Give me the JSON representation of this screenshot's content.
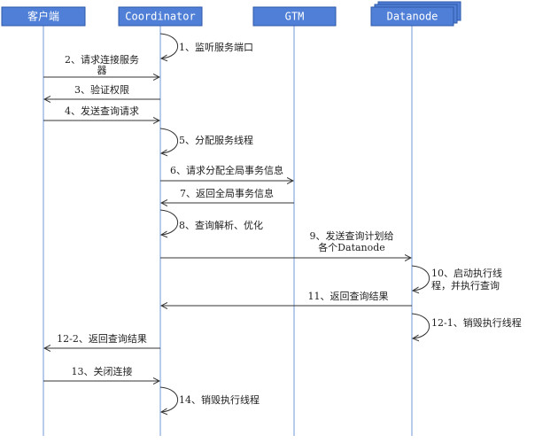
{
  "colors": {
    "header_fill": "#4f7fd6",
    "header_stroke": "#2f5aa8",
    "lifeline": "#6f97d6",
    "message": "#333333"
  },
  "participants": [
    {
      "id": "client",
      "label": "客户端"
    },
    {
      "id": "coordinator",
      "label": "Coordinator"
    },
    {
      "id": "gtm",
      "label": "GTM"
    },
    {
      "id": "datanode",
      "label": "Datanode"
    }
  ],
  "messages": [
    {
      "from": "coordinator",
      "to": "coordinator",
      "lines": [
        "1、监听服务端口"
      ]
    },
    {
      "from": "client",
      "to": "coordinator",
      "lines": [
        "2、请求连接服务",
        "器"
      ]
    },
    {
      "from": "coordinator",
      "to": "client",
      "lines": [
        "3、验证权限"
      ]
    },
    {
      "from": "client",
      "to": "coordinator",
      "lines": [
        "4、发送查询请求"
      ]
    },
    {
      "from": "coordinator",
      "to": "coordinator",
      "lines": [
        "5、分配服务线程"
      ]
    },
    {
      "from": "coordinator",
      "to": "gtm",
      "lines": [
        "6、请求分配全局事务信息"
      ]
    },
    {
      "from": "gtm",
      "to": "coordinator",
      "lines": [
        "7、返回全局事务信息"
      ]
    },
    {
      "from": "coordinator",
      "to": "coordinator",
      "lines": [
        "8、查询解析、优化"
      ]
    },
    {
      "from": "coordinator",
      "to": "datanode",
      "lines": [
        "9、发送查询计划给",
        "各个Datanode"
      ]
    },
    {
      "from": "datanode",
      "to": "datanode",
      "lines": [
        "10、启动执行线",
        "程，并执行查询"
      ]
    },
    {
      "from": "datanode",
      "to": "coordinator",
      "lines": [
        "11、返回查询结果"
      ]
    },
    {
      "from": "datanode",
      "to": "datanode",
      "lines": [
        "12-1、销毁执行线程"
      ]
    },
    {
      "from": "coordinator",
      "to": "client",
      "lines": [
        "12-2、返回查询结果"
      ]
    },
    {
      "from": "client",
      "to": "coordinator",
      "lines": [
        "13、关闭连接"
      ]
    },
    {
      "from": "coordinator",
      "to": "coordinator",
      "lines": [
        "14、销毁执行线程"
      ]
    }
  ]
}
